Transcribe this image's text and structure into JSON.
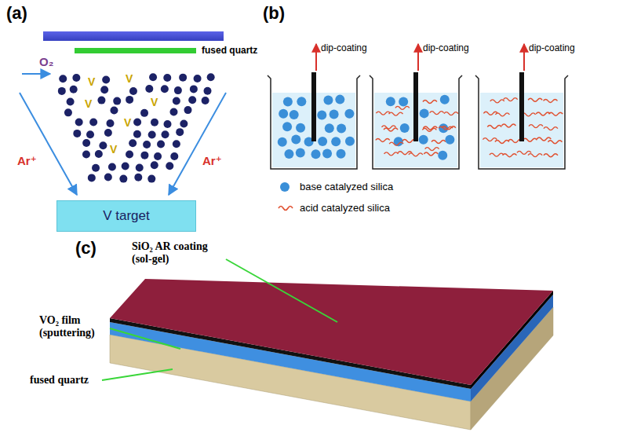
{
  "diagram": {
    "nodes": [
      {
        "text": [
          "fused quartz"
        ]
      },
      {
        "text": [
          "V target"
        ]
      }
    ],
    "labels": [
      "(a)",
      "O₂",
      "V",
      "V",
      "V",
      "V",
      "V",
      "V",
      "Ar⁺",
      "Ar⁺",
      "(b)",
      "dip-coating",
      "dip-coating",
      "dip-coating",
      "(c)",
      "SiO₂ AR coating (sol-gel)",
      "VO₂ film (sputtering)",
      "fused quartz"
    ],
    "legend": [
      {
        "text": "base catalyzed silica",
        "color": "#3a8fd8"
      },
      {
        "text": "acid catalyzed silica"
      }
    ]
  }
}
